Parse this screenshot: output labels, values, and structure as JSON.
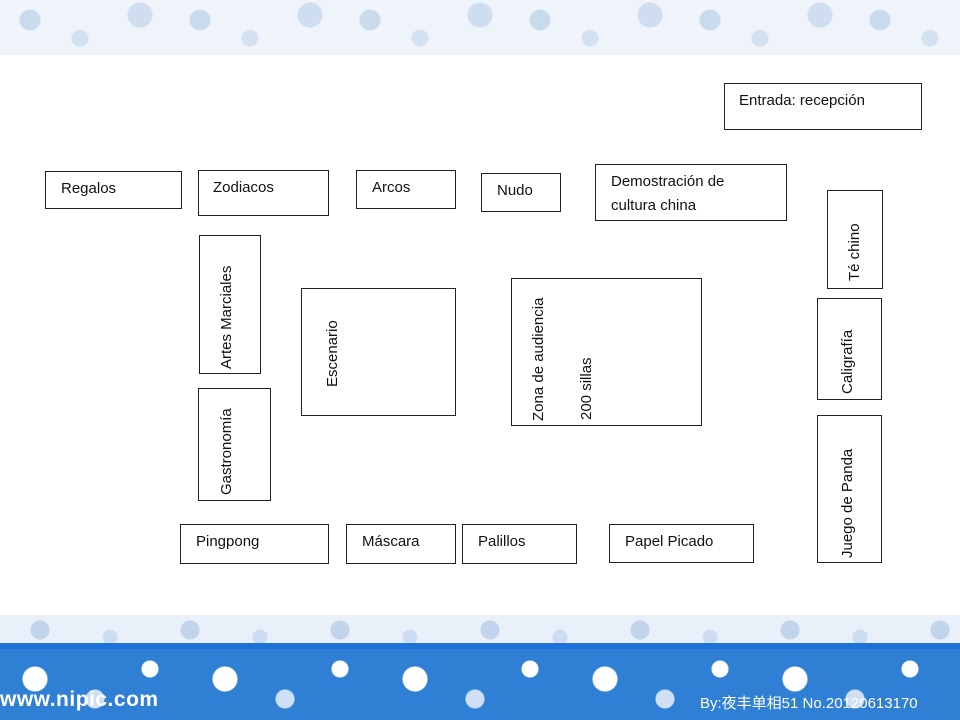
{
  "stations": {
    "entrada": "Entrada: recepción",
    "regalos": "Regalos",
    "zodiacos": "Zodiacos",
    "arcos": "Arcos",
    "nudo": "Nudo",
    "demostracion_line1": "Demostración de",
    "demostracion_line2": "cultura china",
    "te_chino": "Té chino",
    "artes_marciales": "Artes Marciales",
    "escenario": "Escenario",
    "zona_audiencia": "Zona de audiencia",
    "sillas": "200 sillas",
    "caligrafia": "Caligrafía",
    "gastronomia": "Gastronomía",
    "juego_panda": "Juego de Panda",
    "pingpong": "Pingpong",
    "mascara": "Máscara",
    "palillos": "Palillos",
    "papel_picado": "Papel Picado"
  },
  "watermark": {
    "site": "www.nipic.com",
    "credit": "By:夜丰单相51 No.20120613170"
  }
}
